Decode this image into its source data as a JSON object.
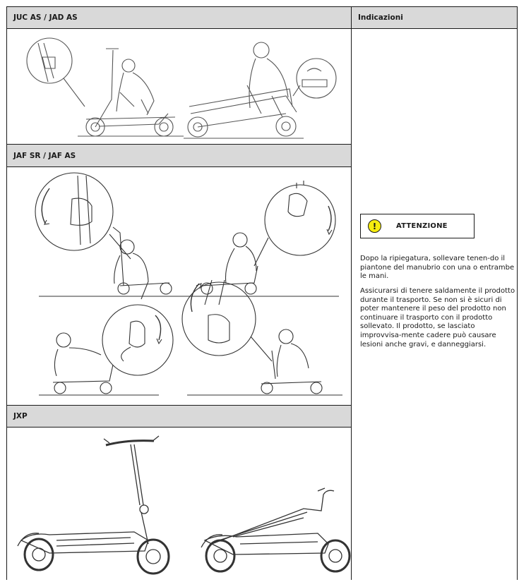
{
  "headers": {
    "section1": "JUC AS / JAD AS",
    "notes": "Indicazioni",
    "section2": "JAF SR / JAF AS",
    "section3": "JXP"
  },
  "warning": {
    "icon": "exclamation-icon",
    "label": "ATTENZIONE",
    "icon_color": "#f6ec0e"
  },
  "paragraphs": [
    "Dopo la ripiegatura, sollevare tenen-do il piantone del manubrio con una o entrambe le mani.",
    "Assicurarsi di tenere saldamente il prodotto durante il trasporto. Se non si è sicuri di poter mantenere il peso del prodotto non continuare il trasporto con il prodotto sollevato. Il prodotto, se lasciato improvvisa-mente cadere può causare lesioni anche gravi, e danneggiarsi."
  ],
  "colors": {
    "header_bg": "#d9d9d9",
    "border": "#1a1a1a"
  }
}
